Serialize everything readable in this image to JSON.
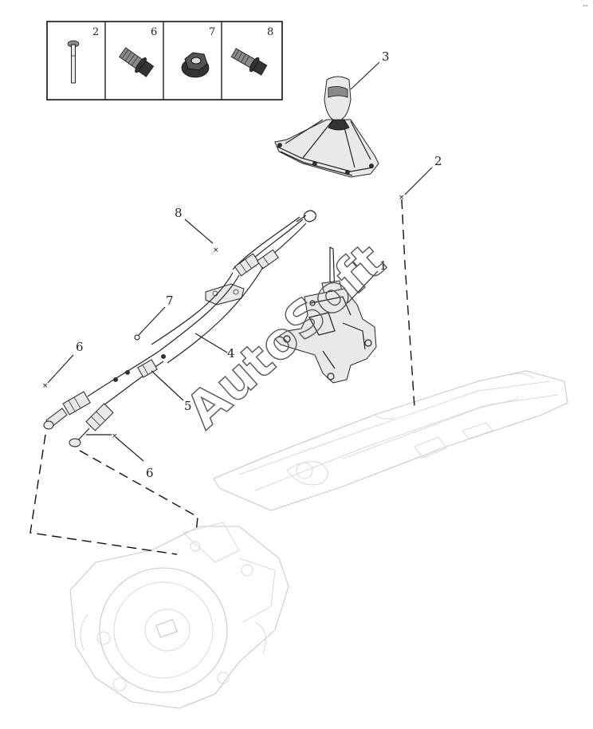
{
  "hardware_panel": {
    "cells": [
      {
        "number": "2",
        "icon": "long-bolt-icon"
      },
      {
        "number": "6",
        "icon": "flange-bolt-icon"
      },
      {
        "number": "7",
        "icon": "flange-nut-icon"
      },
      {
        "number": "8",
        "icon": "stud-bolt-icon"
      }
    ]
  },
  "callouts": {
    "gear_knob": "3",
    "bolt_floor": "2",
    "lever_assembly": "1",
    "cable_bolt_upper": "8",
    "cable_nut": "7",
    "cable_assembly": "4",
    "cable_bracket": "5",
    "cable_bolt_left": "6",
    "cable_bolt_lower": "6"
  },
  "watermark": "AutoSoft",
  "corner_mark": "--"
}
